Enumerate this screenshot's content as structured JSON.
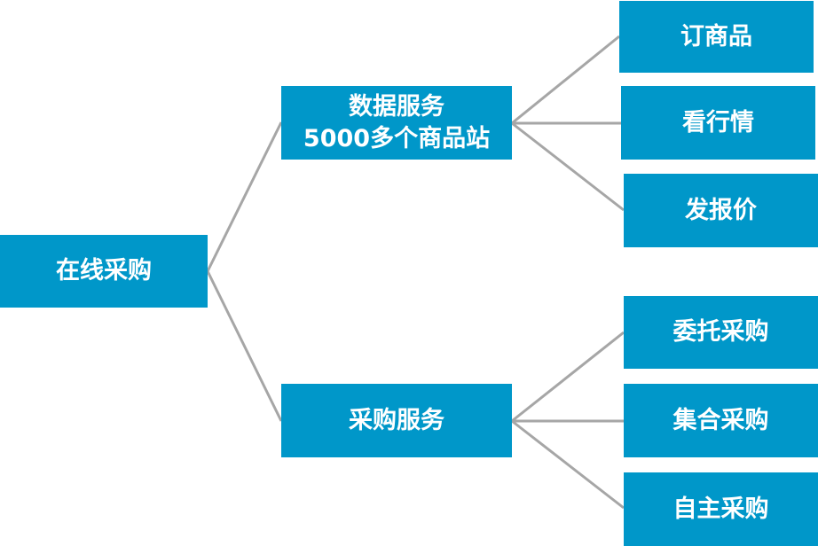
{
  "diagram": {
    "root": {
      "label": "在线采购"
    },
    "branches": [
      {
        "label_lines": [
          "数据服务",
          "5000多个商品站"
        ],
        "children": [
          {
            "label": "订商品"
          },
          {
            "label": "看行情"
          },
          {
            "label": "发报价"
          }
        ]
      },
      {
        "label_lines": [
          "采购服务"
        ],
        "children": [
          {
            "label": "委托采购"
          },
          {
            "label": "集合采购"
          },
          {
            "label": "自主采购"
          }
        ]
      }
    ],
    "colors": {
      "node_fill": "#0097c9",
      "node_text": "#ffffff",
      "connector": "#a6a6a6"
    }
  }
}
